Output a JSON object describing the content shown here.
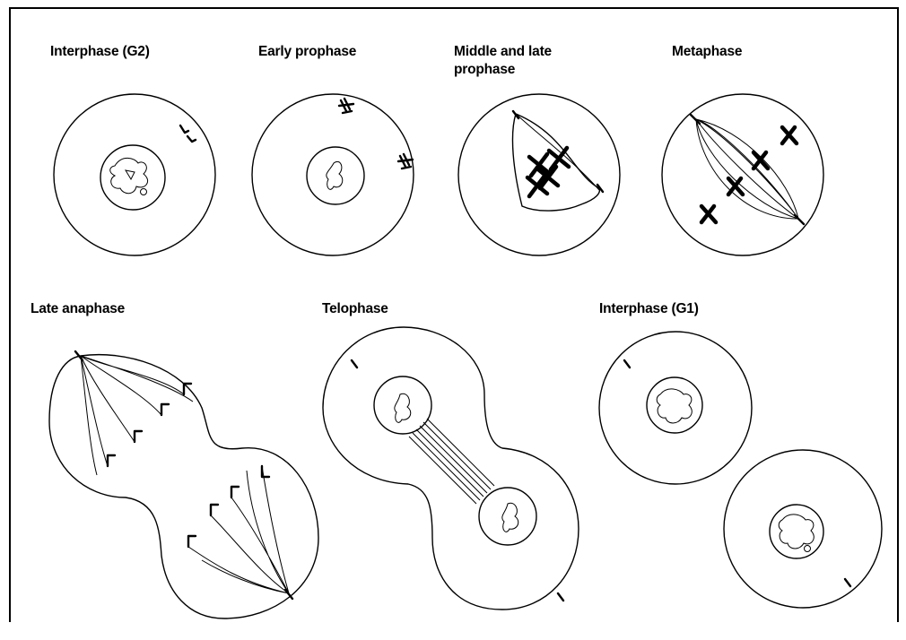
{
  "stages": {
    "interphase_g2": "Interphase (G2)",
    "early_prophase": "Early prophase",
    "middle_late_prophase": "Middle and late prophase",
    "metaphase": "Metaphase",
    "late_anaphase": "Late anaphase",
    "telophase": "Telophase",
    "interphase_g1": "Interphase (G1)"
  }
}
